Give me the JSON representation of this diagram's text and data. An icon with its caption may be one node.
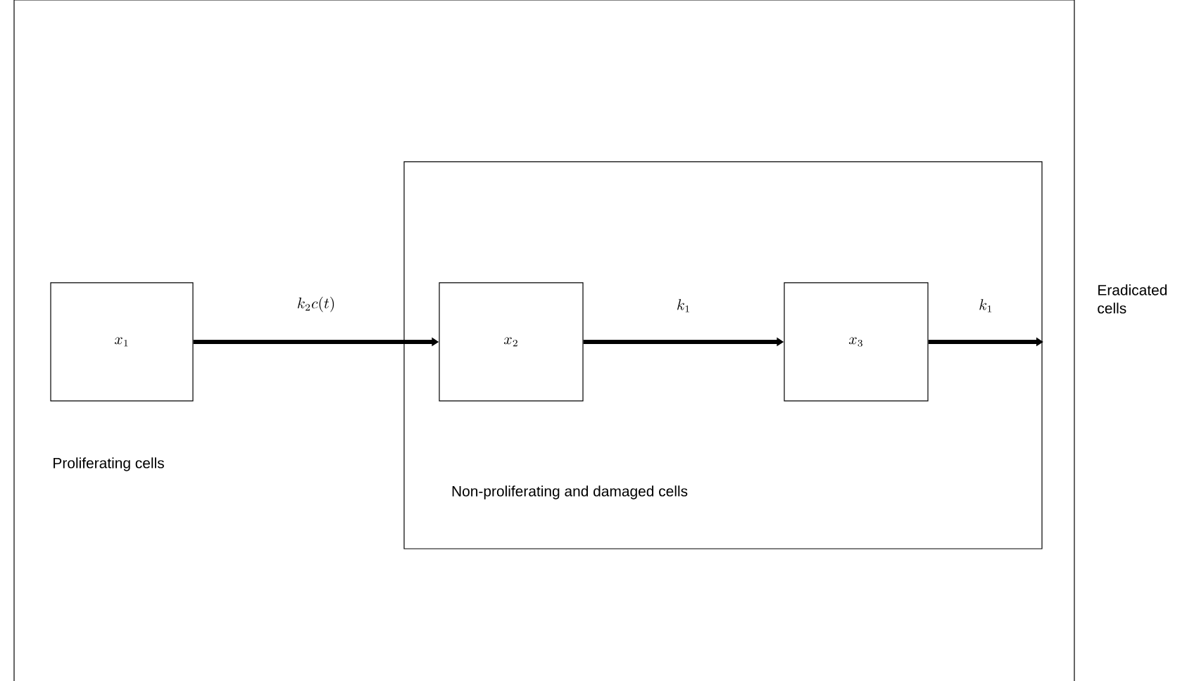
{
  "diagram": {
    "nodes": [
      {
        "text": [
          "x_1"
        ],
        "beside": [
          "Proliferating cells"
        ]
      },
      {
        "text": [
          "Non-proliferating and damaged cells"
        ]
      },
      {
        "text": [
          "x_2"
        ],
        "in": 1
      },
      {
        "text": [
          "x_3"
        ],
        "in": 1
      },
      {
        "text": [
          "Eradicated cells"
        ]
      }
    ],
    "edges": [
      {
        "from": 0,
        "to": 2,
        "arrow": "to",
        "label": "k_2c(t)"
      },
      {
        "from": 2,
        "to": 3,
        "arrow": "to",
        "label": "k_1"
      },
      {
        "from": 3,
        "to": 4,
        "arrow": "to",
        "label": "k_1"
      }
    ]
  }
}
